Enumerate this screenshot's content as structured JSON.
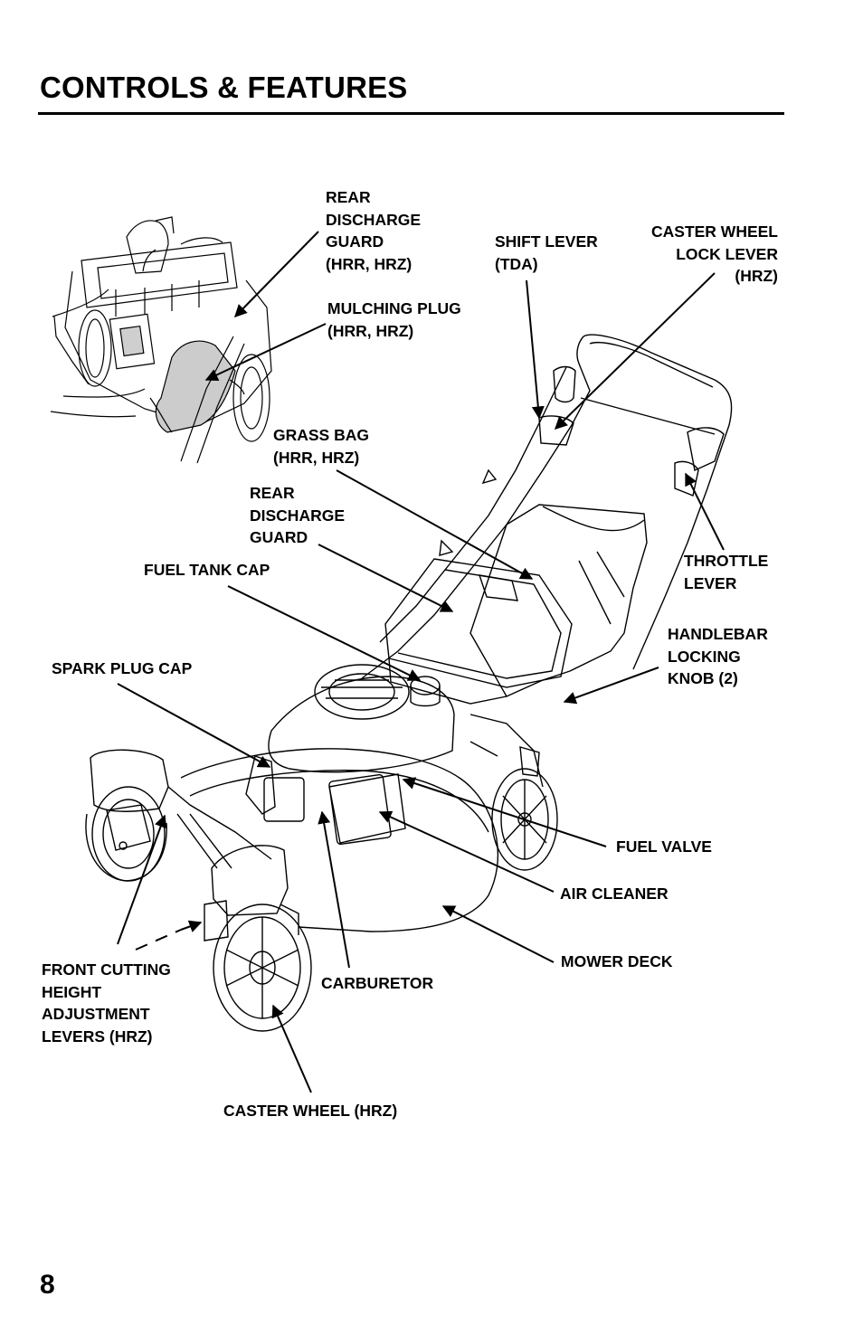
{
  "page": {
    "title": "CONTROLS & FEATURES",
    "page_number": "8"
  },
  "labels": {
    "rear_discharge_guard_inset": "REAR\nDISCHARGE\nGUARD\n(HRR, HRZ)",
    "mulching_plug": "MULCHING PLUG\n(HRR, HRZ)",
    "shift_lever": "SHIFT LEVER\n(TDA)",
    "caster_wheel_lock_lever": "CASTER WHEEL\nLOCK LEVER\n(HRZ)",
    "grass_bag": "GRASS BAG\n(HRR, HRZ)",
    "rear_discharge_guard": "REAR\nDISCHARGE\nGUARD",
    "fuel_tank_cap": "FUEL TANK CAP",
    "throttle_lever": "THROTTLE\nLEVER",
    "handlebar_locking_knob": "HANDLEBAR\nLOCKING\nKNOB (2)",
    "spark_plug_cap": "SPARK PLUG CAP",
    "fuel_valve": "FUEL VALVE",
    "air_cleaner": "AIR CLEANER",
    "mower_deck": "MOWER DECK",
    "front_cutting_height": "FRONT CUTTING\nHEIGHT\nADJUSTMENT\nLEVERS (HRZ)",
    "carburetor": "CARBURETOR",
    "caster_wheel": "CASTER WHEEL (HRZ)"
  }
}
